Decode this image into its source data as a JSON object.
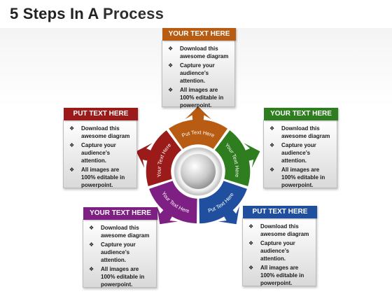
{
  "title": {
    "main": "5 Steps In A ",
    "accent": "Process"
  },
  "steps": [
    {
      "label": "Put Text Here",
      "color": "#b85c14"
    },
    {
      "label": "Your Text Here",
      "color": "#2e7d1f"
    },
    {
      "label": "Put Text Here",
      "color": "#1f4f9e"
    },
    {
      "label": "Your Text Here",
      "color": "#7e1f83"
    },
    {
      "label": "Your Text Here",
      "color": "#9b1a1a"
    }
  ],
  "cards": [
    {
      "header": "YOUR TEXT HERE",
      "header_color": "#b85c14",
      "bullets": [
        "Download this awesome diagram",
        "Capture your audience’s attention.",
        "All images are 100% editable in powerpoint."
      ]
    },
    {
      "header": "YOUR TEXT HERE",
      "header_color": "#2e7d1f",
      "bullets": [
        "Download this awesome diagram",
        "Capture your audience’s attention.",
        "All images are 100% editable in powerpoint."
      ]
    },
    {
      "header": "PUT TEXT HERE",
      "header_color": "#1f4f9e",
      "bullets": [
        "Download this awesome diagram",
        "Capture your audience’s attention.",
        "All images are 100% editable in powerpoint."
      ]
    },
    {
      "header": "YOUR TEXT HERE",
      "header_color": "#7e1f83",
      "bullets": [
        "Download this awesome diagram",
        "Capture your audience’s attention.",
        "All images are 100% editable in powerpoint."
      ]
    },
    {
      "header": "PUT TEXT HERE",
      "header_color": "#9b1a1a",
      "bullets": [
        "Download this awesome diagram",
        "Capture your audience’s attention.",
        "All images are 100% editable in powerpoint."
      ]
    }
  ],
  "bullet_icon": "❖"
}
